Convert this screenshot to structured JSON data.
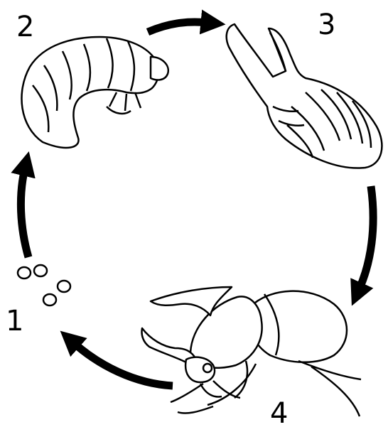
{
  "diagram": {
    "stage_labels": [
      "1",
      "2",
      "3",
      "4"
    ],
    "stages": [
      {
        "number": "1",
        "icon": "egg-cluster-icon"
      },
      {
        "number": "2",
        "icon": "larva-grub-icon"
      },
      {
        "number": "3",
        "icon": "pupa-icon"
      },
      {
        "number": "4",
        "icon": "adult-rhinoceros-beetle-icon"
      }
    ],
    "arrow_direction": "clockwise",
    "colors": {
      "ink": "#000000",
      "fill": "#ffffff"
    }
  }
}
